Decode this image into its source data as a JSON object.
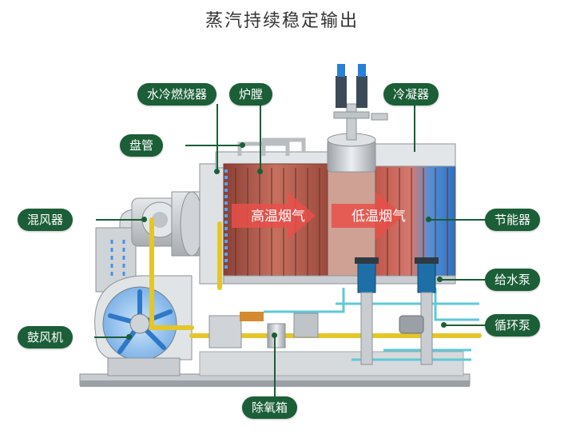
{
  "title": "蒸汽持续稳定输出",
  "labels": {
    "burner": "水冷燃烧器",
    "furnace": "炉膛",
    "condenser": "冷凝器",
    "coil": "盘管",
    "mixer": "混风器",
    "economizer": "节能器",
    "feed_pump": "给水泵",
    "blower": "鼓风机",
    "circ_pump": "循环泵",
    "deaerator": "除氧箱"
  },
  "flow_labels": {
    "high_temp": "高温烟气",
    "low_temp": "低温烟气"
  },
  "colors": {
    "label_bg": "#1b5e37",
    "hot_tube": "#b05a48",
    "cool_tube": "#3f7fcf",
    "gas_pipe": "#e3c62a",
    "water_pipe": "#5ec9d8"
  }
}
